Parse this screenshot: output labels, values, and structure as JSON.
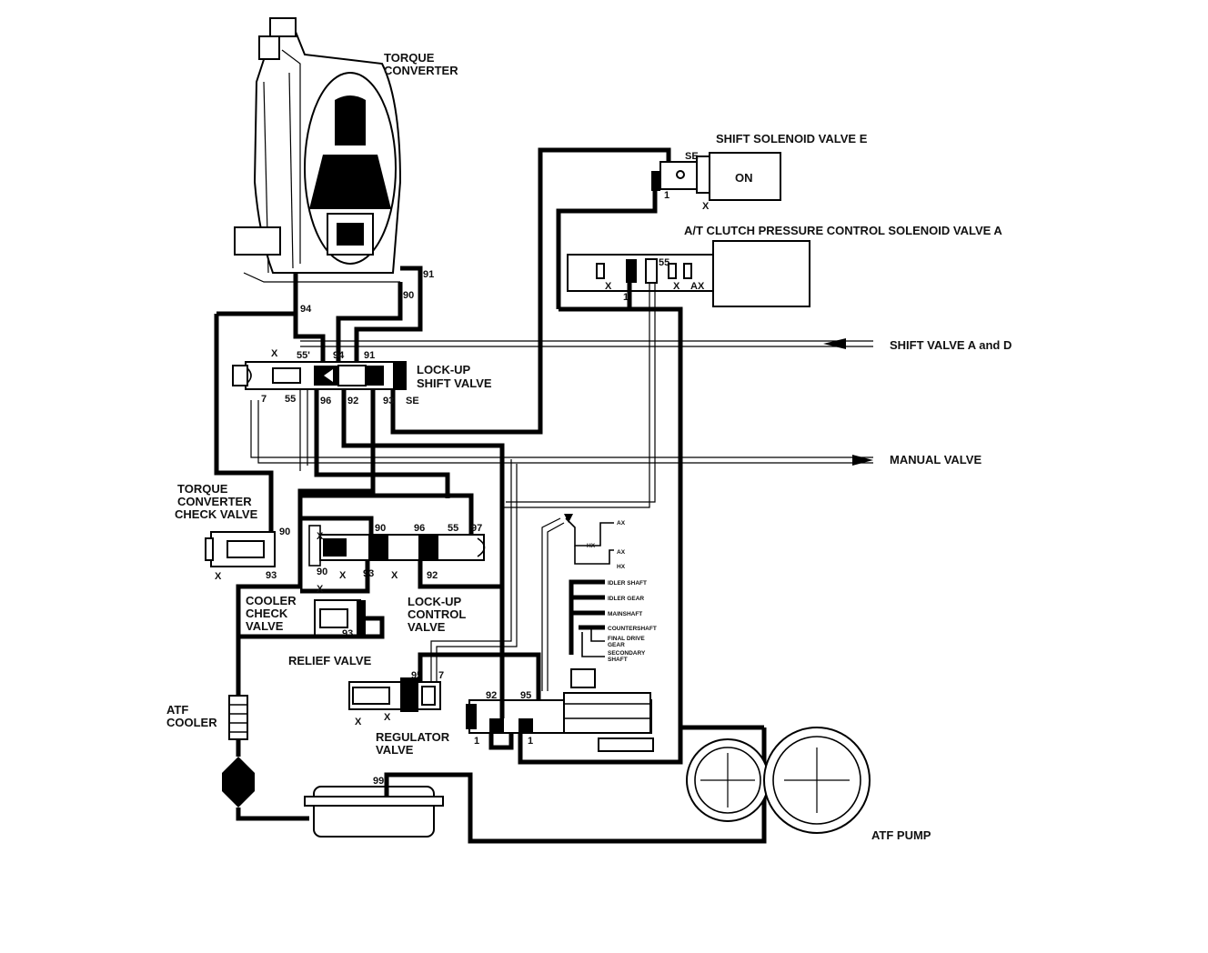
{
  "labels": {
    "torque_converter": [
      "TORQUE",
      "CONVERTER"
    ],
    "shift_solenoid_e": "SHIFT SOLENOID VALVE E",
    "solenoid_state": "ON",
    "clutch_pressure_solenoid_a": "A/T CLUTCH PRESSURE CONTROL SOLENOID VALVE A",
    "shift_valve_ad": "SHIFT VALVE A and D",
    "lockup_shift_valve": [
      "LOCK-UP",
      "SHIFT VALVE"
    ],
    "manual_valve": "MANUAL VALVE",
    "tc_check_valve": [
      "TORQUE",
      "CONVERTER",
      "CHECK VALVE"
    ],
    "cooler_check_valve": [
      "COOLER",
      "CHECK",
      "VALVE"
    ],
    "lockup_control_valve": [
      "LOCK-UP",
      "CONTROL",
      "VALVE"
    ],
    "relief_valve": "RELIEF VALVE",
    "atf_cooler": [
      "ATF",
      "COOLER"
    ],
    "regulator_valve": [
      "REGULATOR",
      "VALVE"
    ],
    "atf_pump": "ATF PUMP"
  },
  "lubrication": {
    "idler_shaft": "IDLER SHAFT",
    "idler_gear": "IDLER GEAR",
    "mainshaft": "MAINSHAFT",
    "countershaft": "COUNTERSHAFT",
    "final_drive_gear": [
      "FINAL DRIVE",
      "GEAR"
    ],
    "secondary_shaft": [
      "SECONDARY",
      "SHAFT"
    ]
  },
  "ports": {
    "se": "SE",
    "x": "X",
    "ax": "AX",
    "hx": "HX",
    "one": "1",
    "p7": "7",
    "p55": "55",
    "p55p": "55'",
    "p90": "90",
    "p91": "91",
    "p92": "92",
    "p93": "93",
    "p94": "94",
    "p95": "95",
    "p96": "96",
    "p97": "97",
    "p99": "99"
  },
  "colors": {
    "line": "#000000",
    "background": "#ffffff"
  }
}
